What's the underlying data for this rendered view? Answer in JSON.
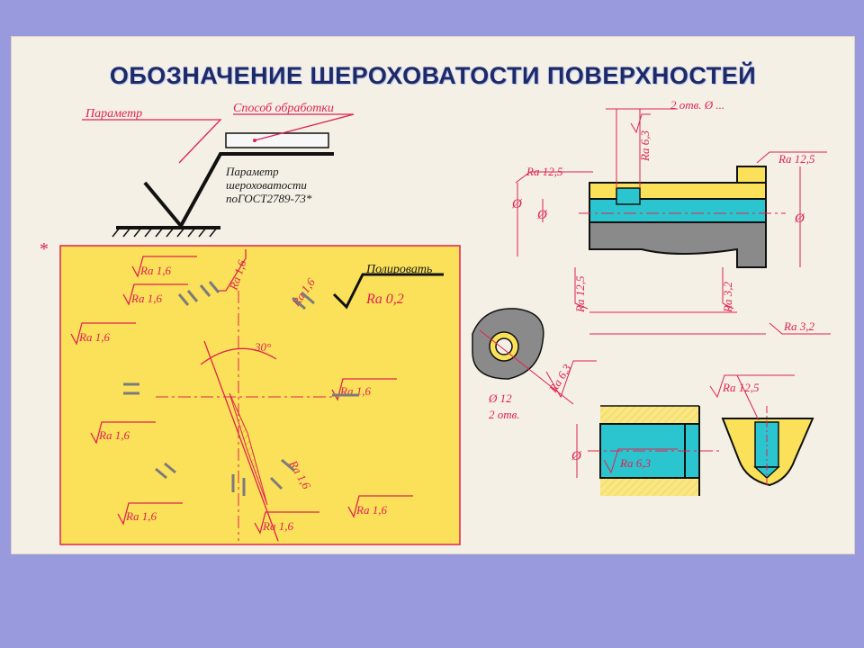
{
  "title": "ОБОЗНАЧЕНИЕ  ШЕРОХОВАТОСТИ ПОВЕРХНОСТЕЙ",
  "labels": {
    "parametr": "Параметр",
    "sposob": "Способ обработки",
    "par_line1": "Параметр",
    "par_line2": "шероховатости",
    "par_line3": "поГОСТ2789-73*",
    "asterisk": "*",
    "polirovat": "Полировать",
    "ra02": "Ra 0,2",
    "ra16": "Ra 1,6",
    "angle30": "30°",
    "ra125": "Ra 12,5",
    "ra63": "Ra 6,3",
    "ra32": "Ra 3,2",
    "holes": "2 отв. Ø ...",
    "phi": "Ø",
    "phi12": "Ø 12",
    "holes2": "2 отв."
  },
  "colors": {
    "red": "#e0224f",
    "yellow": "#fbe15a",
    "cyan": "#2bc5d0",
    "gray": "#7b7b7b",
    "navy": "#1e2a66"
  }
}
